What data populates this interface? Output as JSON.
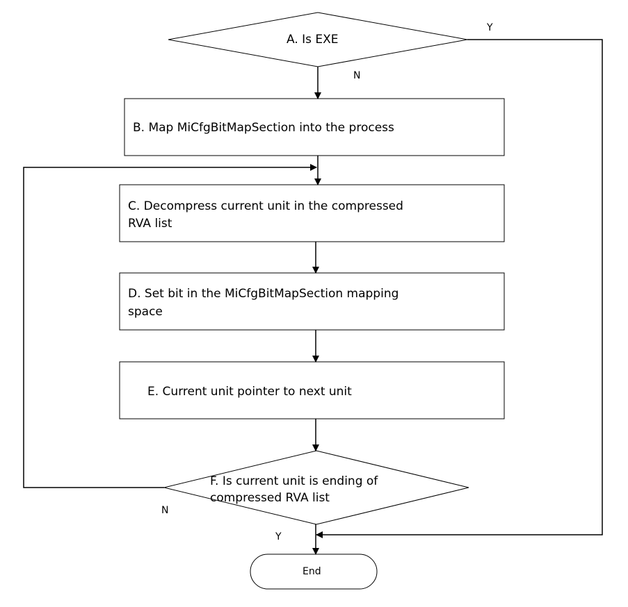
{
  "nodes": {
    "a": "A. Is EXE",
    "b": "B. Map MiCfgBitMapSection into the process",
    "c_line1": "C. Decompress current unit in the compressed",
    "c_line2": "RVA list",
    "d_line1": "D. Set bit in the MiCfgBitMapSection mapping",
    "d_line2": "space",
    "e": "E. Current unit pointer to next unit",
    "f_line1": "F. Is current unit is ending of",
    "f_line2": "compressed RVA list",
    "end": "End"
  },
  "edge_labels": {
    "a_yes": "Y",
    "a_no": "N",
    "f_no": "N",
    "f_yes": "Y"
  }
}
